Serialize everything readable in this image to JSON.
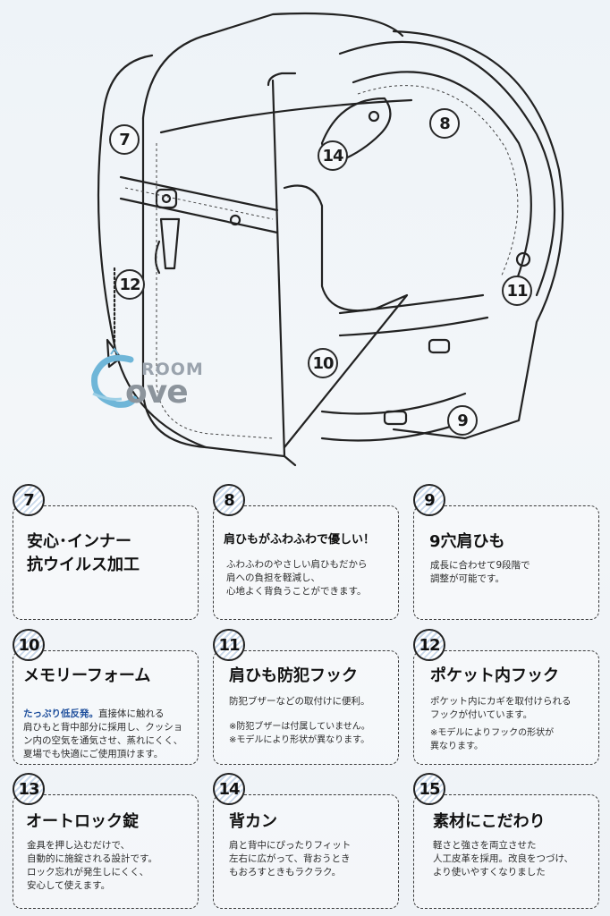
{
  "illustration": {
    "callouts": [
      {
        "id": "c7",
        "label": "7"
      },
      {
        "id": "c8",
        "label": "8"
      },
      {
        "id": "c9",
        "label": "9"
      },
      {
        "id": "c10",
        "label": "10"
      },
      {
        "id": "c11",
        "label": "11"
      },
      {
        "id": "c12",
        "label": "12"
      },
      {
        "id": "c14",
        "label": "14"
      }
    ],
    "logo": {
      "top": "ROOM",
      "bottom": "ove",
      "icon": "wave-c-logo-icon"
    }
  },
  "cards": [
    {
      "num": "7",
      "title": "安心･インナー\n抗ウイルス加工",
      "body": ""
    },
    {
      "num": "8",
      "title": "肩ひもがふわふわで優しい！",
      "body": "ふわふわのやさしい肩ひもだから\n肩への負担を軽減し、\n心地よく背負うことができます。"
    },
    {
      "num": "9",
      "title": "9穴肩ひも",
      "body": "成長に合わせて9段階で\n調整が可能です。"
    },
    {
      "num": "10",
      "title": "メモリーフォーム",
      "highlight": "たっぷり低反発。",
      "body": "直接体に触れる\n肩ひもと背中部分に採用し、クッショ\nン内の空気を通気させ、蒸れにくく、\n夏場でも快適にご使用頂けます。"
    },
    {
      "num": "11",
      "title": "肩ひも防犯フック",
      "body": "防犯ブザーなどの取付けに便利。",
      "note": "※防犯ブザーは付属していません。\n※モデルにより形状が異なります。"
    },
    {
      "num": "12",
      "title": "ポケット内フック",
      "body": "ポケット内にカギを取付けられる\nフックが付いています。",
      "note": "※モデルによりフックの形状が\n異なります。"
    },
    {
      "num": "13",
      "title": "オートロック錠",
      "body": "金具を押し込むだけで、\n自動的に施錠される設計です。\nロック忘れが発生しにくく、\n安心して使えます。"
    },
    {
      "num": "14",
      "title": "背カン",
      "body": "肩と背中にぴったりフィット\n左右に広がって、背おうとき\nもおろすときもラクラク。"
    },
    {
      "num": "15",
      "title": "素材にこだわり",
      "body": "軽さと強さを両立させた\n人工皮革を採用。改良をつづけ、\nより使いやすくなりました"
    }
  ],
  "colors": {
    "accent": "#1e4f9c",
    "background": "#eef3f8"
  }
}
